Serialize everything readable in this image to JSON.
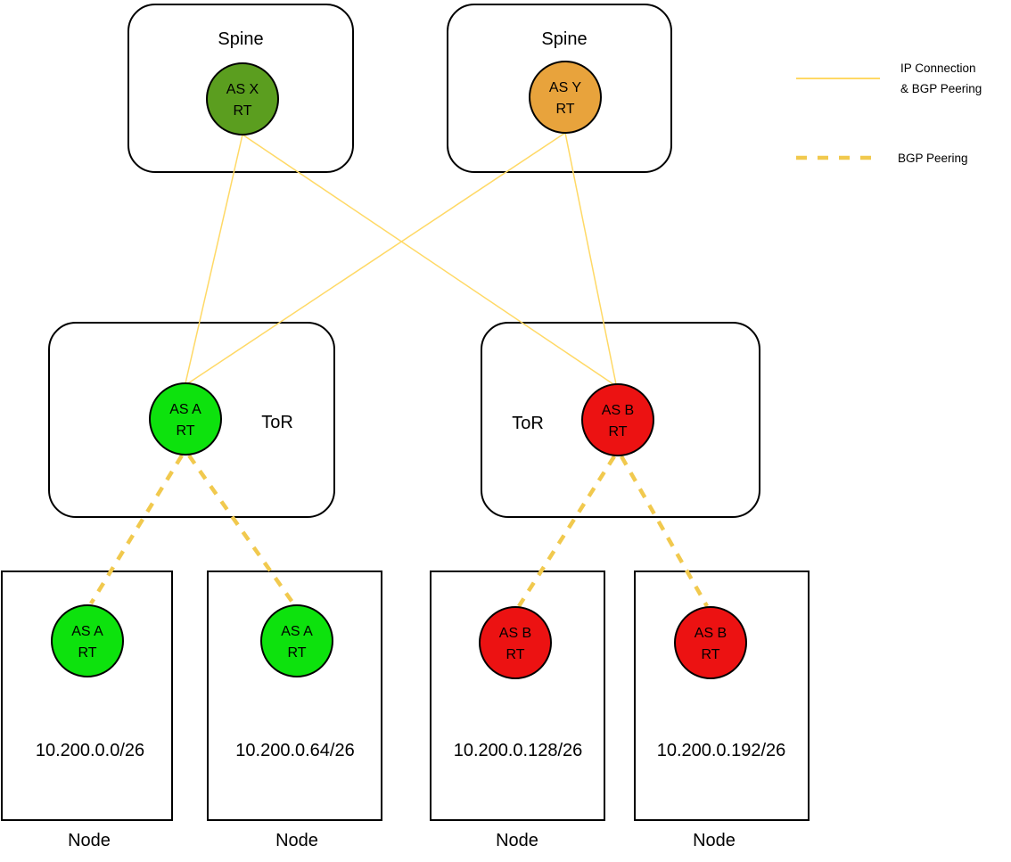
{
  "colors": {
    "solid_link": "#FFD966",
    "dashed_link": "#F1C94E",
    "border": "#000000",
    "spine_x_green": "#5B9E1F",
    "spine_y_orange": "#E8A33C",
    "as_a_green": "#0DE20D",
    "as_b_red": "#EC1212"
  },
  "spines": [
    {
      "box_label": "Spine",
      "router": {
        "lines": [
          "AS X",
          "RT"
        ],
        "color": "#5B9E1F",
        "text_color": "#FFFFFF"
      }
    },
    {
      "box_label": "Spine",
      "router": {
        "lines": [
          "AS Y",
          "RT"
        ],
        "color": "#E8A33C",
        "text_color": "#FFFFFF"
      }
    }
  ],
  "tors": [
    {
      "box_label": "ToR",
      "router": {
        "lines": [
          "AS A",
          "RT"
        ],
        "color": "#0DE20D",
        "text_color": "#000000"
      }
    },
    {
      "box_label": "ToR",
      "router": {
        "lines": [
          "AS B",
          "RT"
        ],
        "color": "#EC1212",
        "text_color": "#000000"
      }
    }
  ],
  "nodes": [
    {
      "box_label": "Node",
      "subnet": "10.200.0.0/26",
      "router": {
        "lines": [
          "AS A",
          "RT"
        ],
        "color": "#0DE20D",
        "text_color": "#000000"
      }
    },
    {
      "box_label": "Node",
      "subnet": "10.200.0.64/26",
      "router": {
        "lines": [
          "AS A",
          "RT"
        ],
        "color": "#0DE20D",
        "text_color": "#000000"
      }
    },
    {
      "box_label": "Node",
      "subnet": "10.200.0.128/26",
      "router": {
        "lines": [
          "AS B",
          "RT"
        ],
        "color": "#EC1212",
        "text_color": "#000000"
      }
    },
    {
      "box_label": "Node",
      "subnet": "10.200.0.192/26",
      "router": {
        "lines": [
          "AS B",
          "RT"
        ],
        "color": "#EC1212",
        "text_color": "#000000"
      }
    }
  ],
  "legend": {
    "items": [
      {
        "style": "solid",
        "label_lines": [
          "IP Connection",
          "& BGP Peering"
        ]
      },
      {
        "style": "dashed",
        "label_lines": [
          "BGP Peering"
        ]
      }
    ]
  }
}
